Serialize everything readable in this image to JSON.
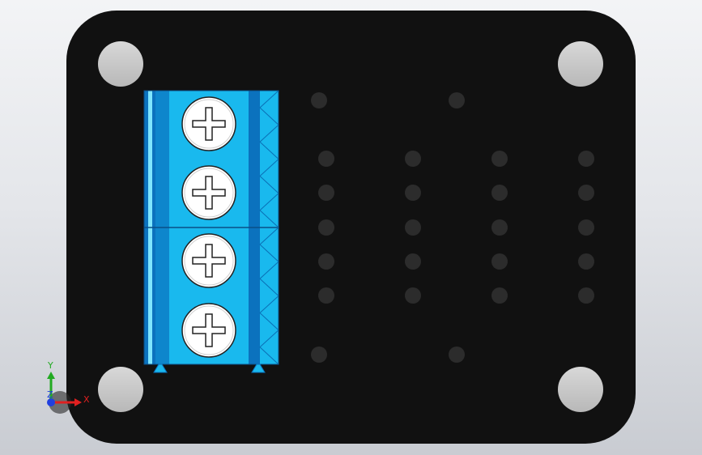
{
  "viewport": {
    "background_top": "#f3f4f6",
    "background_bottom": "#c9ccd2"
  },
  "board": {
    "color": "#111111",
    "hole_fill": "#c8c8c8"
  },
  "terminal_block": {
    "body_color": "#19b9ee",
    "dark_color": "#0b72be",
    "highlight_color": "#7fe6ff",
    "screw_count": 4,
    "screw_fill": "#ffffff"
  },
  "pin_grid": {
    "pin_color": "#2c2c2c",
    "top_row": 2,
    "columns": 4,
    "rows": 5,
    "bottom_row": 2
  },
  "triad": {
    "x_label": "X",
    "y_label": "Y",
    "z_label": "Z",
    "x_color": "#e02020",
    "y_color": "#22aa22",
    "z_color": "#2040e0"
  }
}
